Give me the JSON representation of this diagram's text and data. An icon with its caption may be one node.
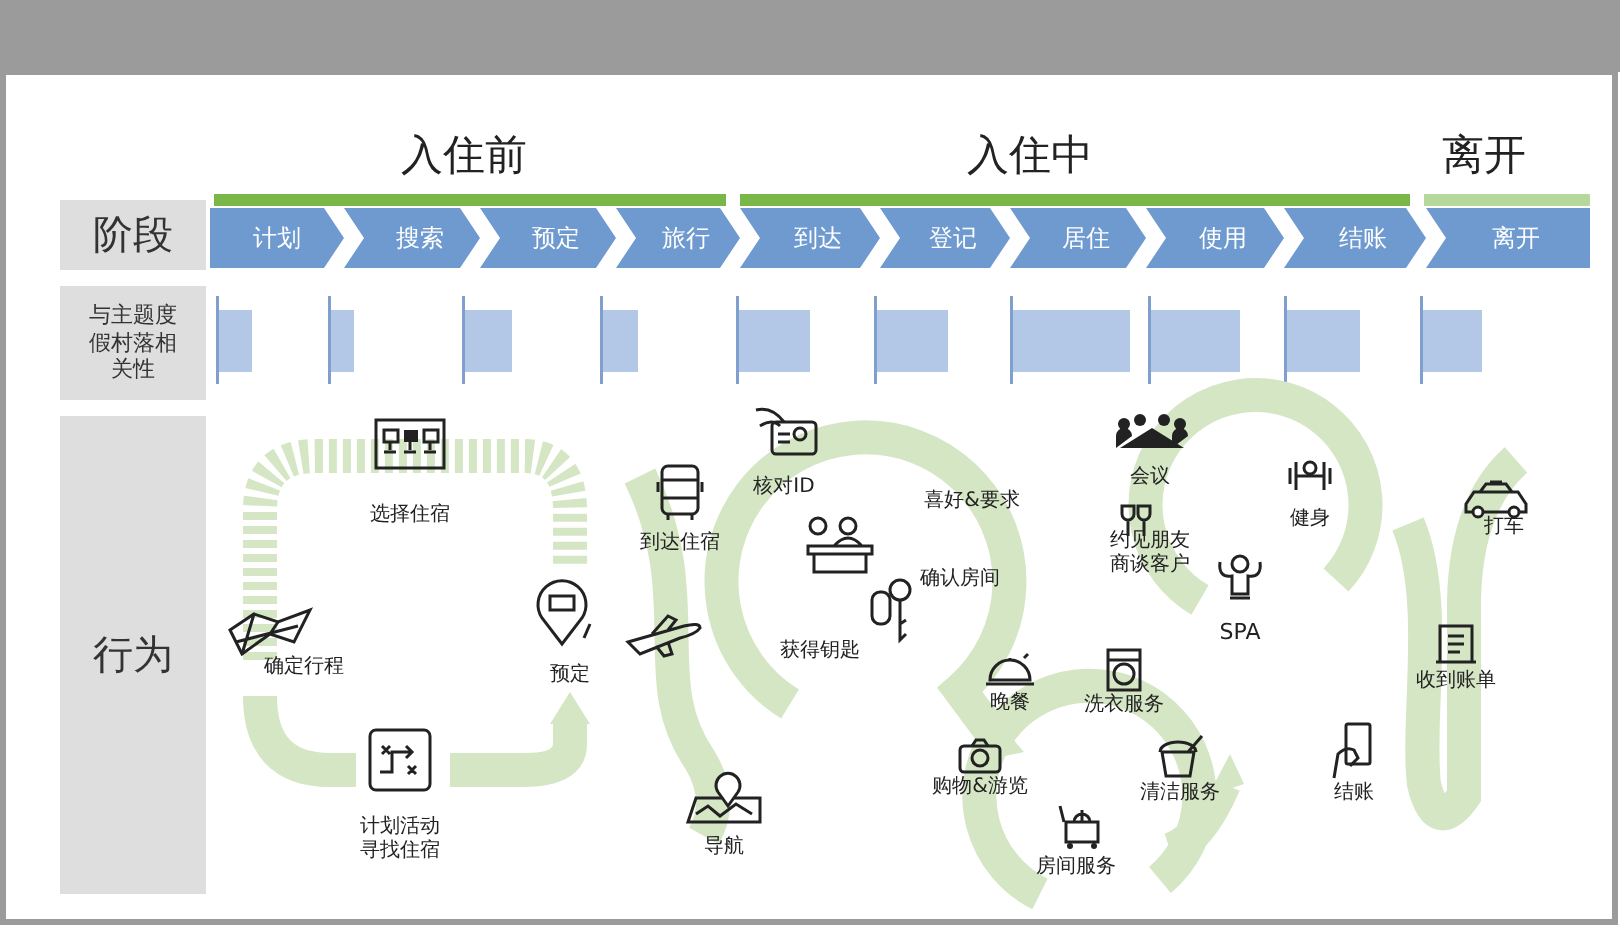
{
  "diagram": {
    "nodes": [
      {
        "text": [
          "阶段"
        ]
      },
      {
        "text": [
          "与主题度假村落相关性"
        ]
      },
      {
        "text": [
          "行为"
        ]
      },
      {
        "text": [
          "计划"
        ]
      },
      {
        "text": [
          "搜索"
        ]
      },
      {
        "text": [
          "预定"
        ]
      },
      {
        "text": [
          "旅行"
        ]
      },
      {
        "text": [
          "到达"
        ]
      },
      {
        "text": [
          "登记"
        ]
      },
      {
        "text": [
          "居住"
        ]
      },
      {
        "text": [
          "使用"
        ]
      },
      {
        "text": [
          "结账"
        ]
      },
      {
        "text": [
          "离开"
        ]
      }
    ],
    "labels": [
      "入住前",
      "入住中",
      "离开",
      "选择住宿",
      "确定行程",
      "计划活动寻找住宿",
      "预定",
      "到达住宿",
      "导航",
      "核对ID",
      "喜好&要求",
      "确认房间",
      "获得钥匙",
      "会议",
      "约见朋友商谈客户",
      "健身",
      "SPA",
      "晚餐",
      "洗衣服务",
      "购物&游览",
      "清洁服务",
      "房间服务",
      "结账",
      "收到账单",
      "打车"
    ]
  }
}
